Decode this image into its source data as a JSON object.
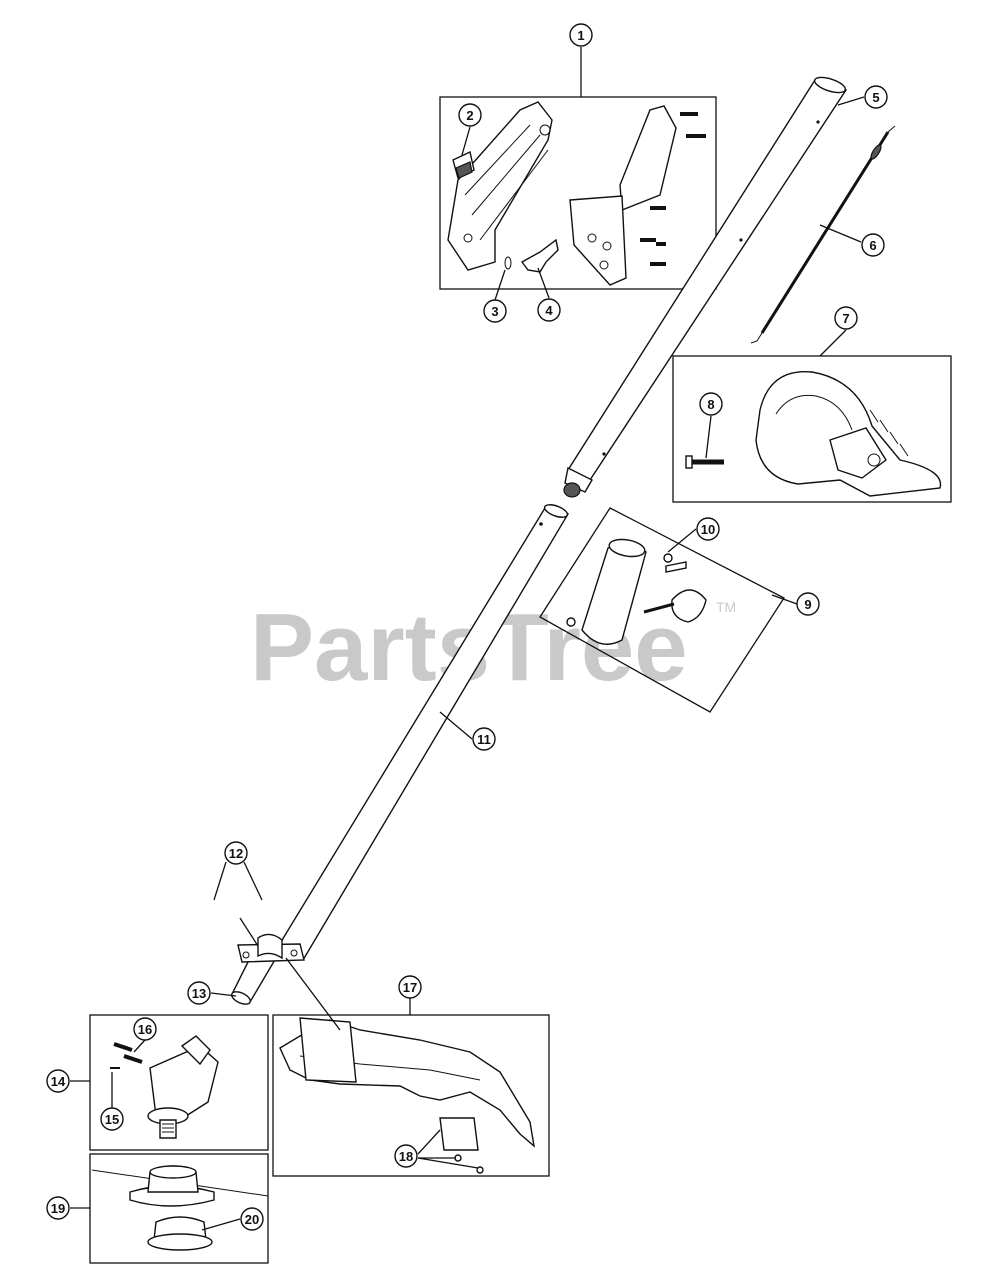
{
  "watermark": {
    "text": "PartsTree",
    "trademark": "TM"
  },
  "callouts": [
    "1",
    "2",
    "3",
    "4",
    "5",
    "6",
    "7",
    "8",
    "9",
    "10",
    "11",
    "12",
    "13",
    "14",
    "15",
    "16",
    "17",
    "18",
    "19",
    "20"
  ]
}
